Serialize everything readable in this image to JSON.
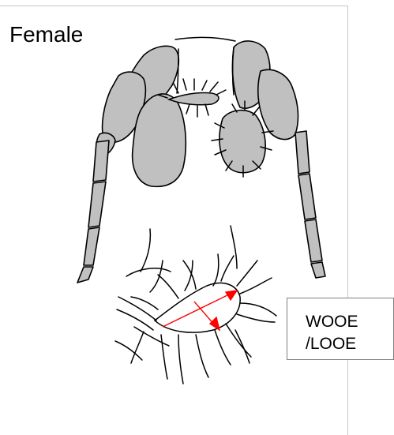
{
  "title": "Female",
  "callout": {
    "line1": "WOOE",
    "line2": "/LOOE"
  },
  "colors": {
    "segment_fill": "#c0c0c0",
    "outline": "#000000",
    "measure_arrow": "#ff0000"
  }
}
